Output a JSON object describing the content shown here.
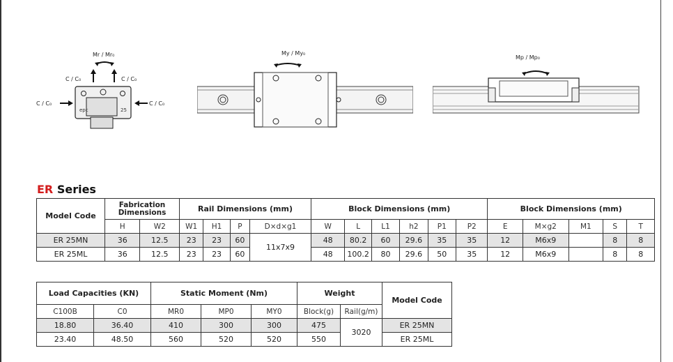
{
  "diagram1": {
    "top": "Mr / Mr₀",
    "cl": "C / C₀",
    "cr": "C / C₀",
    "sl": "C / C₀",
    "sr": "C / C₀",
    "b1": "epc",
    "b2": "25"
  },
  "diagram2": {
    "top": "My / My₀"
  },
  "diagram3": {
    "top": "Mp / Mp₀"
  },
  "series": {
    "accent": "ER",
    "rest": " Series"
  },
  "table1": {
    "model_code": "Model Code",
    "fab": "Fabrication Dimensions",
    "rail": "Rail Dimensions (mm)",
    "block1": "Block  Dimensions (mm)",
    "block2": "Block Dimensions (mm)",
    "sub": [
      "H",
      "W2",
      "W1",
      "H1",
      "P",
      "D×d×g1",
      "W",
      "L",
      "L1",
      "h2",
      "P1",
      "P2",
      "E",
      "M×g2",
      "M1",
      "S",
      "T"
    ],
    "rows": [
      {
        "model": "ER 25MN",
        "h": "36",
        "w2": "12.5",
        "w1": "23",
        "h1": "23",
        "p": "60",
        "ddg": "11x7x9",
        "w": "48",
        "l": "80.2",
        "l1": "60",
        "h2": "29.6",
        "p1": "35",
        "p2": "35",
        "e": "12",
        "mg": "M6x9",
        "m1": "",
        "s": "8",
        "t": "8"
      },
      {
        "model": "ER 25ML",
        "h": "36",
        "w2": "12.5",
        "w1": "23",
        "h1": "23",
        "p": "60",
        "w": "48",
        "l": "100.2",
        "l1": "80",
        "h2": "29.6",
        "p1": "50",
        "p2": "35",
        "e": "12",
        "mg": "M6x9",
        "m1": "",
        "s": "8",
        "t": "8"
      }
    ]
  },
  "table2": {
    "load": "Load Capacities (KN)",
    "static": "Static Moment  (Nm)",
    "weight": "Weight",
    "model_code": "Model Code",
    "sub": [
      "C100B",
      "C0",
      "MR0",
      "MP0",
      "MY0",
      "Block(g)",
      "Rail(g/m)"
    ],
    "rows": [
      {
        "c100": "18.80",
        "c0": "36.40",
        "mr": "410",
        "mp": "300",
        "my": "300",
        "block": "475",
        "rail": "3020",
        "model": "ER 25MN"
      },
      {
        "c100": "23.40",
        "c0": "48.50",
        "mr": "560",
        "mp": "520",
        "my": "520",
        "block": "550",
        "model": "ER 25ML"
      }
    ]
  }
}
